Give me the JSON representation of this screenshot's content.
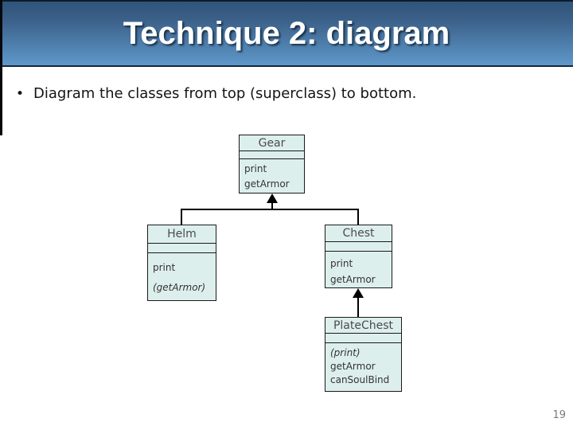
{
  "slide": {
    "title": "Technique 2: diagram",
    "bullet_char": "•",
    "bullet": "Diagram the classes from top (superclass) to bottom.",
    "page_number": "19"
  },
  "colors": {
    "header_gradient_top": "#2f547a",
    "header_gradient_bottom": "#5e98ca",
    "header_border": "#14253a",
    "accent_bar": "#05080c",
    "box_fill": "#ddefec",
    "box_border": "#1a1a1a",
    "box_text": "#333333",
    "connector": "#000000",
    "page_number_text": "#7a7a7a"
  },
  "diagram": {
    "classes": [
      {
        "name": "Gear",
        "attributes": [],
        "methods": [
          {
            "text": "print"
          },
          {
            "text": "getArmor"
          }
        ]
      },
      {
        "name": "Helm",
        "attributes": [],
        "methods": [
          {
            "text": "print"
          },
          {
            "text": "(getArmor)",
            "italic": true
          }
        ]
      },
      {
        "name": "Chest",
        "attributes": [],
        "methods": [
          {
            "text": "print"
          },
          {
            "text": "getArmor"
          }
        ]
      },
      {
        "name": "PlateChest",
        "attributes": [],
        "methods": [
          {
            "text": "(print)",
            "italic": true
          },
          {
            "text": "getArmor"
          },
          {
            "text": "canSoulBind"
          }
        ]
      }
    ],
    "relationships": [
      {
        "from": "Helm",
        "to": "Gear",
        "type": "inheritance"
      },
      {
        "from": "Chest",
        "to": "Gear",
        "type": "inheritance"
      },
      {
        "from": "PlateChest",
        "to": "Chest",
        "type": "inheritance"
      }
    ]
  }
}
